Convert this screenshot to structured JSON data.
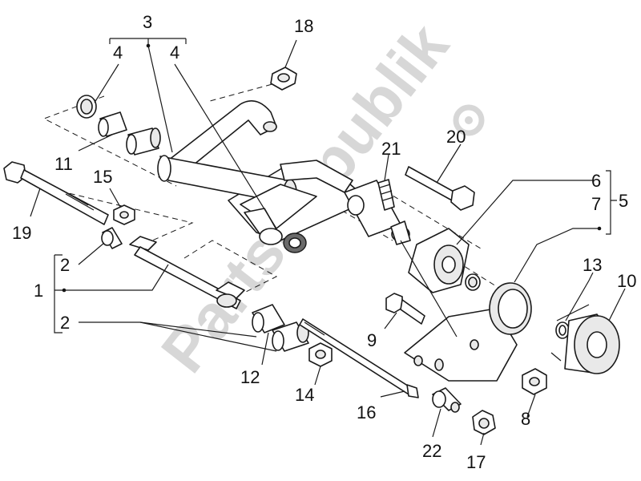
{
  "watermark": "PartsRepublik",
  "callouts": {
    "c1": "1",
    "c2a": "2",
    "c2b": "2",
    "c3": "3",
    "c4a": "4",
    "c4b": "4",
    "c5": "5",
    "c6": "6",
    "c7": "7",
    "c8": "8",
    "c9": "9",
    "c10": "10",
    "c11": "11",
    "c12": "12",
    "c13": "13",
    "c14": "14",
    "c15": "15",
    "c16": "16",
    "c17": "17",
    "c18": "18",
    "c19": "19",
    "c20": "20",
    "c21": "21",
    "c22": "22"
  }
}
